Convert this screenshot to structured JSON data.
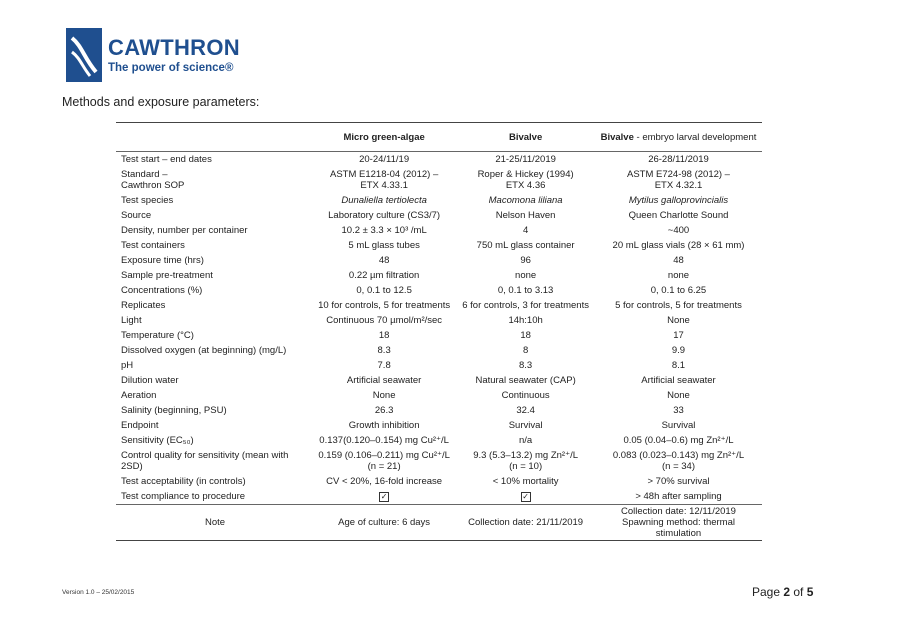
{
  "logo": {
    "name": "CAWTHRON",
    "tagline": "The power of science®"
  },
  "heading": "Methods and exposure parameters:",
  "table": {
    "headers": {
      "col1": "Micro green-algae",
      "col2": "Bivalve",
      "col3_bold": "Bivalve",
      "col3_rest": " - embryo larval development"
    },
    "rows": [
      {
        "label": "Test start – end dates",
        "c1": "20-24/11/19",
        "c2": "21-25/11/2019",
        "c3": "26-28/11/2019"
      },
      {
        "label": "Standard –\nCawthron SOP",
        "c1": "ASTM E1218-04 (2012) –\nETX 4.33.1",
        "c2": "Roper & Hickey (1994)\nETX 4.36",
        "c3": "ASTM E724-98 (2012) –\nETX 4.32.1",
        "two": true
      },
      {
        "label": "Test species",
        "c1": "Dunaliella tertiolecta",
        "c2": "Macomona liliana",
        "c3": "Mytilus galloprovincialis",
        "italic": true
      },
      {
        "label": "Source",
        "c1": "Laboratory culture (CS3/7)",
        "c2": "Nelson Haven",
        "c3": "Queen Charlotte Sound"
      },
      {
        "label": "Density, number per container",
        "c1": "10.2 ± 3.3 × 10³ /mL",
        "c2": "4",
        "c3": "~400"
      },
      {
        "label": "Test containers",
        "c1": "5 mL glass tubes",
        "c2": "750 mL glass container",
        "c3": "20 mL glass vials (28 × 61 mm)"
      },
      {
        "label": "Exposure time (hrs)",
        "c1": "48",
        "c2": "96",
        "c3": "48"
      },
      {
        "label": "Sample pre-treatment",
        "c1": "0.22 µm filtration",
        "c2": "none",
        "c3": "none"
      },
      {
        "label": "Concentrations (%)",
        "c1": "0, 0.1 to 12.5",
        "c2": "0, 0.1 to 3.13",
        "c3": "0, 0.1 to 6.25"
      },
      {
        "label": "Replicates",
        "c1": "10 for controls, 5 for treatments",
        "c2": "6 for controls, 3 for treatments",
        "c3": "5 for controls, 5 for treatments"
      },
      {
        "label": "Light",
        "c1": "Continuous 70 µmol/m²/sec",
        "c2": "14h:10h",
        "c3": "None"
      },
      {
        "label": "Temperature (°C)",
        "c1": "18",
        "c2": "18",
        "c3": "17"
      },
      {
        "label": "Dissolved oxygen (at beginning) (mg/L)",
        "c1": "8.3",
        "c2": "8",
        "c3": "9.9"
      },
      {
        "label": "pH",
        "c1": "7.8",
        "c2": "8.3",
        "c3": "8.1"
      },
      {
        "label": "Dilution water",
        "c1": "Artificial seawater",
        "c2": "Natural seawater (CAP)",
        "c3": "Artificial seawater"
      },
      {
        "label": "Aeration",
        "c1": "None",
        "c2": "Continuous",
        "c3": "None"
      },
      {
        "label": "Salinity (beginning, PSU)",
        "c1": "26.3",
        "c2": "32.4",
        "c3": "33"
      },
      {
        "label": "Endpoint",
        "c1": "Growth inhibition",
        "c2": "Survival",
        "c3": "Survival"
      },
      {
        "label": "Sensitivity (EC₅₀)",
        "c1": "0.137(0.120–0.154) mg Cu²⁺/L",
        "c2": "n/a",
        "c3": "0.05 (0.04–0.6) mg Zn²⁺/L"
      },
      {
        "label": "Control quality for sensitivity (mean with\n2SD)",
        "c1": "0.159 (0.106–0.211) mg Cu²⁺/L\n(n = 21)",
        "c2": "9.3 (5.3–13.2) mg Zn²⁺/L\n(n = 10)",
        "c3": "0.083 (0.023–0.143) mg Zn²⁺/L\n(n = 34)",
        "two": true
      },
      {
        "label": "Test acceptability (in controls)",
        "c1": "CV < 20%, 16-fold increase",
        "c2": "< 10% mortality",
        "c3": "> 70% survival"
      }
    ],
    "compliance": {
      "label": "Test compliance to procedure",
      "check": "✓",
      "c3": "> 48h after sampling"
    },
    "note": {
      "label": "Note",
      "c1": "Age of culture: 6 days",
      "c2": "Collection date: 21/11/2019",
      "c3": "Collection date: 12/11/2019\nSpawning method: thermal\nstimulation"
    }
  },
  "footer": {
    "version": "Version 1.0 – 25/02/2015",
    "page_prefix": "Page ",
    "page_num": "2",
    "page_mid": " of ",
    "page_total": "5"
  }
}
